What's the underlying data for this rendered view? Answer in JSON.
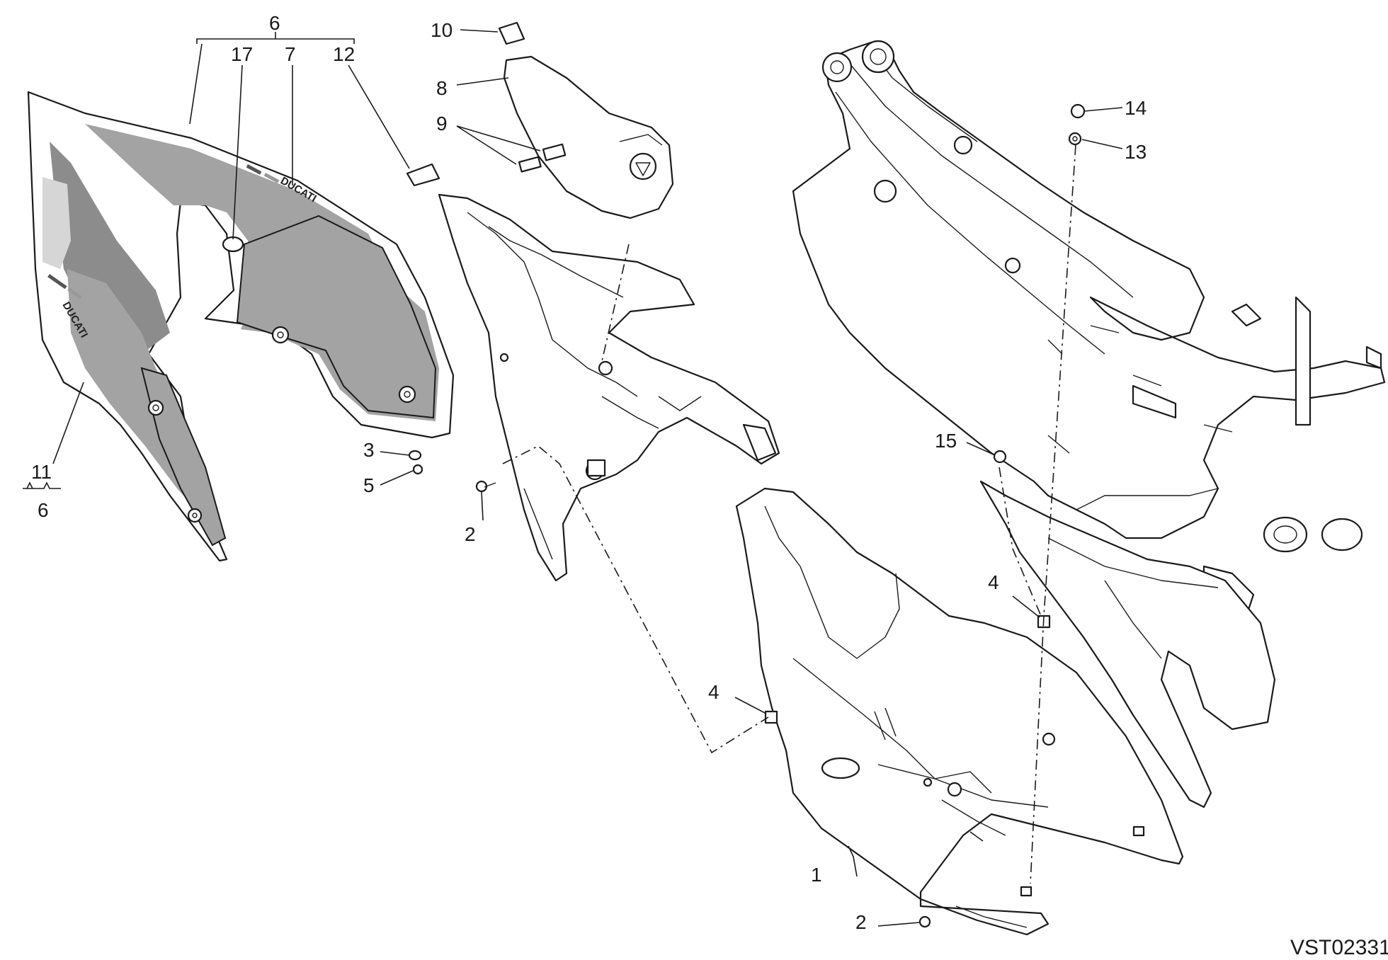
{
  "diagram": {
    "drawing_code": "VST02331",
    "brand_text": "DUCATI",
    "callouts": [
      {
        "id": "c6-top",
        "label": "6"
      },
      {
        "id": "c17",
        "label": "17"
      },
      {
        "id": "c7",
        "label": "7"
      },
      {
        "id": "c12",
        "label": "12"
      },
      {
        "id": "c10",
        "label": "10"
      },
      {
        "id": "c8",
        "label": "8"
      },
      {
        "id": "c9",
        "label": "9"
      },
      {
        "id": "c14",
        "label": "14"
      },
      {
        "id": "c13",
        "label": "13"
      },
      {
        "id": "c15",
        "label": "15"
      },
      {
        "id": "c3",
        "label": "3"
      },
      {
        "id": "c5",
        "label": "5"
      },
      {
        "id": "c11",
        "label": "11"
      },
      {
        "id": "c6-bottom",
        "label": "6"
      },
      {
        "id": "c2-left",
        "label": "2"
      },
      {
        "id": "c4-right",
        "label": "4"
      },
      {
        "id": "c4-center",
        "label": "4"
      },
      {
        "id": "c1",
        "label": "1"
      },
      {
        "id": "c2-bottom",
        "label": "2"
      }
    ],
    "colors": {
      "line": "#1a1a1a",
      "panel_dark": "#8c8c8c",
      "panel_mid": "#a3a3a3",
      "panel_light": "#d6d6d6",
      "background": "#ffffff"
    }
  }
}
